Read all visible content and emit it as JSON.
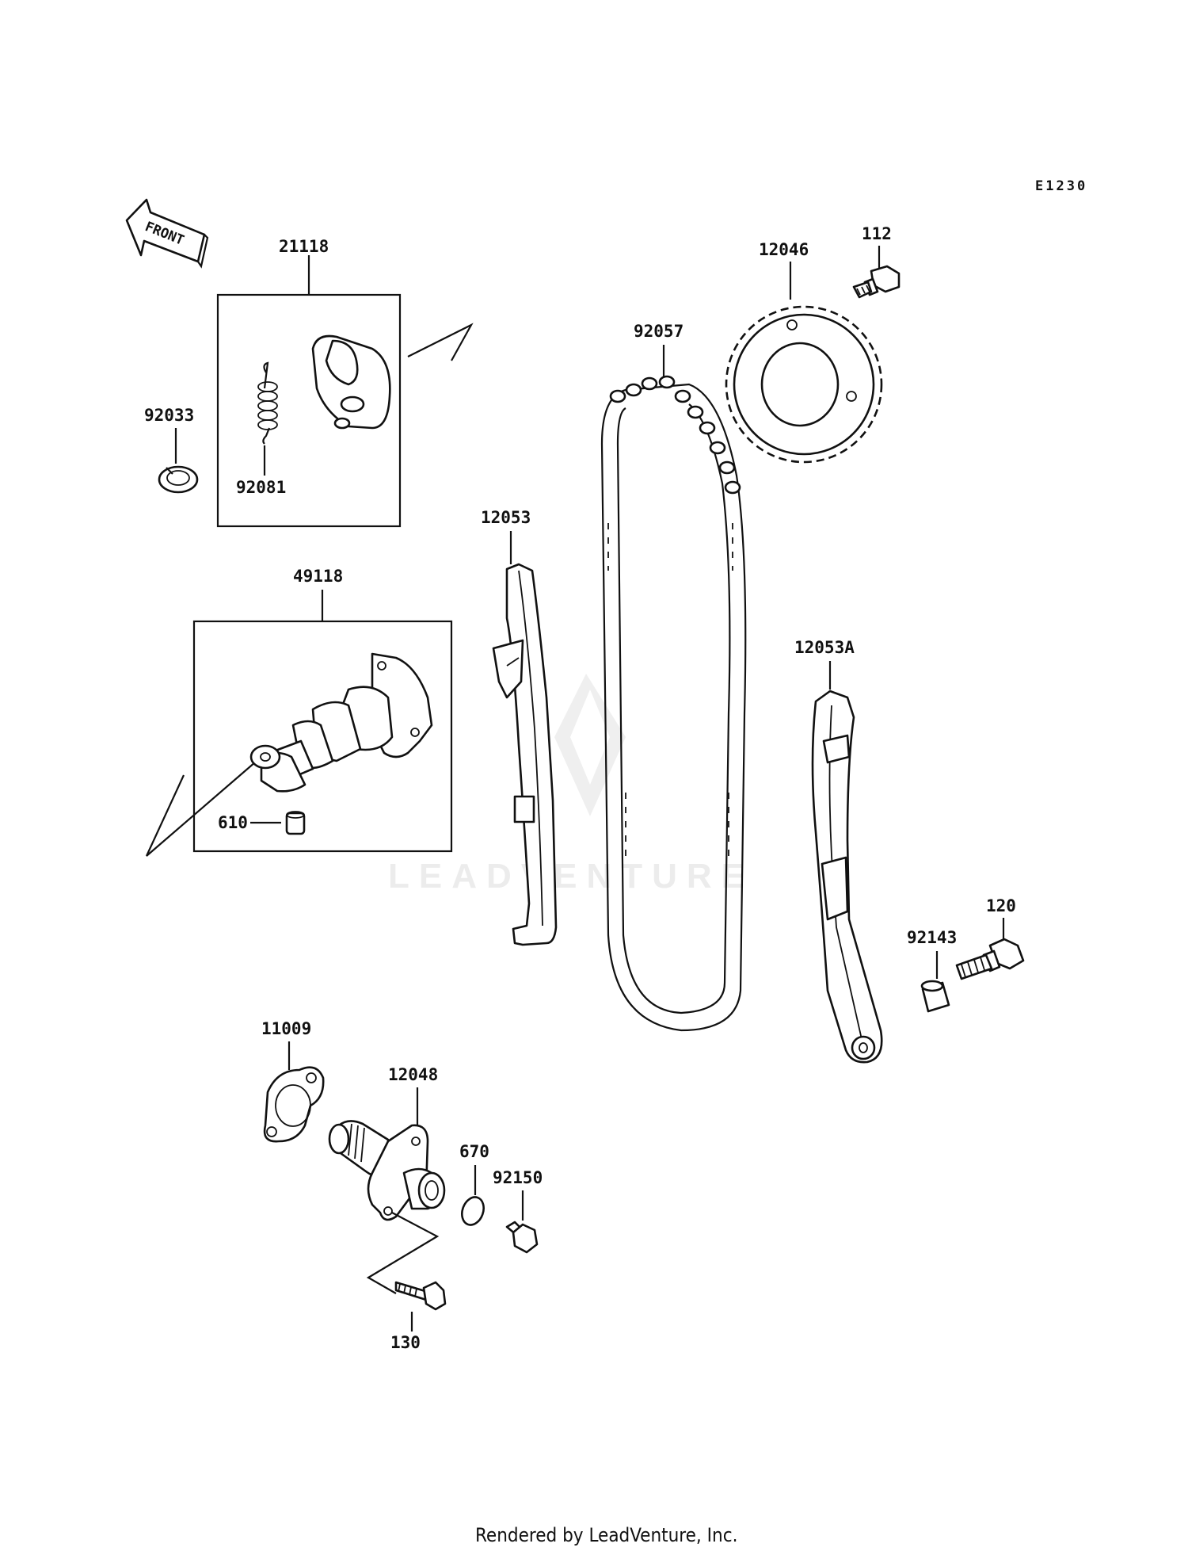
{
  "diagram": {
    "reference_code": "E1230",
    "front_indicator": "FRONT",
    "watermark": "LEADVENTURE",
    "footer": "Rendered by LeadVenture, Inc.",
    "part_labels": {
      "p21118": "21118",
      "p92033": "92033",
      "p92081": "92081",
      "p49118": "49118",
      "p610": "610",
      "p12053": "12053",
      "p92057": "92057",
      "p12046": "12046",
      "p112": "112",
      "p12053A": "12053A",
      "p92143": "92143",
      "p120": "120",
      "p11009": "11009",
      "p12048": "12048",
      "p670": "670",
      "p92150": "92150",
      "p130": "130"
    }
  }
}
